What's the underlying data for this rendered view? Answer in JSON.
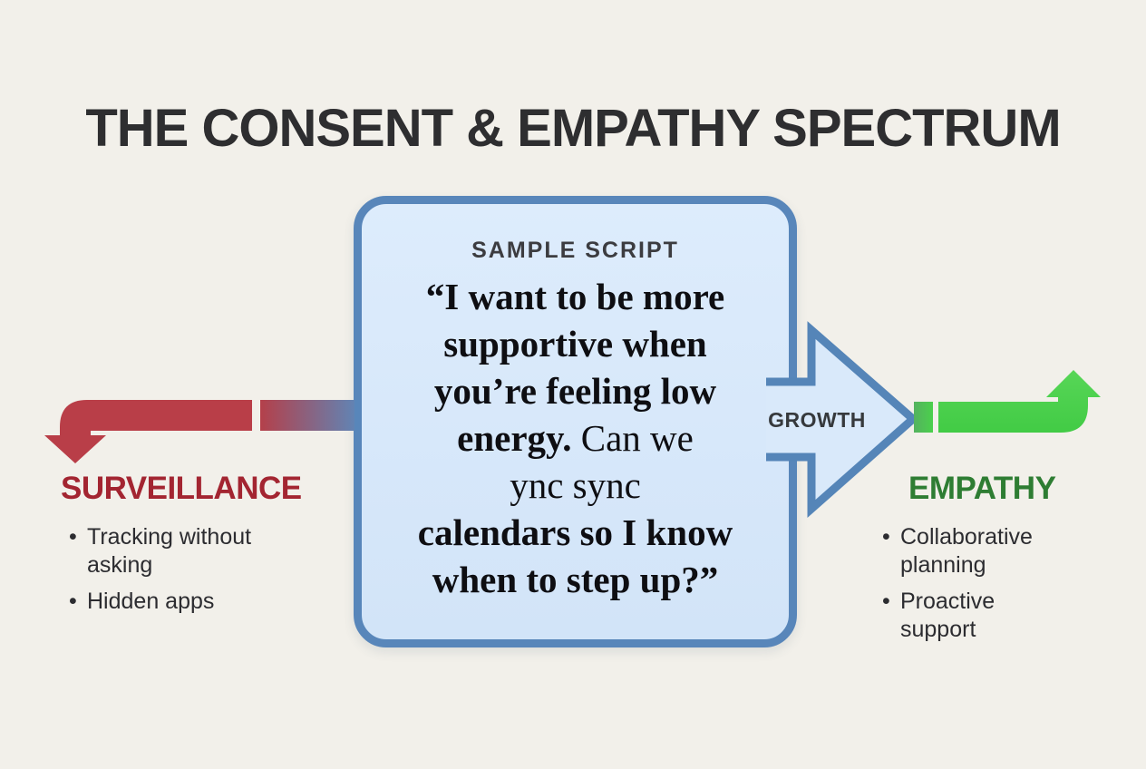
{
  "title": "THE CONSENT & EMPATHY SPECTRUM",
  "script_box": {
    "label": "SAMPLE SCRIPT",
    "quote": {
      "l1": "“I want to be more",
      "l2": "supportive when",
      "l3": "you’re feeling low",
      "l4a": "energy.",
      "l4b": " Can we",
      "l5": "ync sync",
      "l6": "calendars so I know",
      "l7": "when to step up?”"
    }
  },
  "growth_label": "GROWTH",
  "left_section": {
    "heading": "SURVEILLANCE",
    "bullets": [
      "Tracking without asking",
      "Hidden apps"
    ],
    "bullet_marker": "•"
  },
  "right_section": {
    "heading": "EMPATHY",
    "bullets": [
      "Collaborative planning",
      "Proactive support"
    ],
    "bullet_marker": "•"
  },
  "colors": {
    "background": "#f2f0ea",
    "box_fill_top": "#ddecfc",
    "box_fill_bottom": "#d2e4f8",
    "box_border": "#5886ba",
    "surveillance_heading": "#a32531",
    "arrow_red": "#b93e48",
    "gradient_bar_red": "#b4404a",
    "gradient_bar_blue": "#6283b3",
    "empathy_heading": "#2e7d33",
    "arrow_green": "#4ccf4c",
    "growth_text": "#36393c",
    "title_text": "#2e2e30",
    "quote_text": "#0e0e12"
  }
}
